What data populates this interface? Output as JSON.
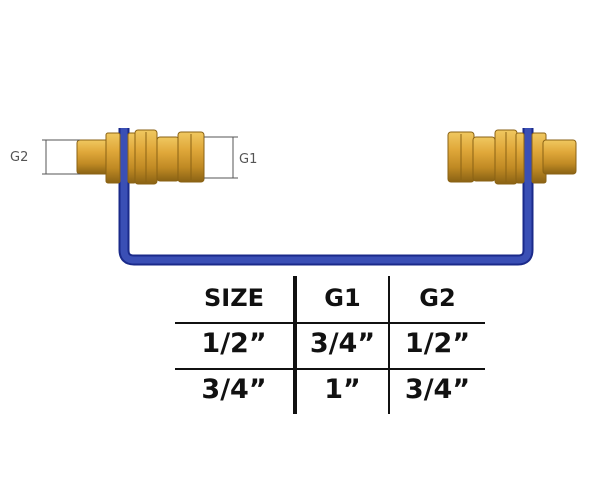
{
  "labels": {
    "g2": "G2",
    "g1": "G1"
  },
  "colors": {
    "bracket": "#3a4fb5",
    "brass": "#d4a017",
    "brass_dark": "#8a6a10"
  },
  "table": {
    "headers": [
      "SIZE",
      "G1",
      "G2"
    ],
    "rows": [
      [
        "1/2”",
        "3/4”",
        "1/2”"
      ],
      [
        "3/4”",
        "1”",
        "3/4”"
      ]
    ]
  }
}
